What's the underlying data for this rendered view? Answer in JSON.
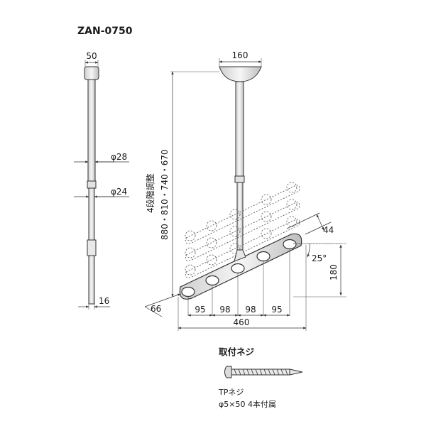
{
  "title": "ZAN-0750",
  "side_view": {
    "top_width": "50",
    "upper_diameter": "φ28",
    "lower_diameter": "φ24",
    "bottom_width": "16"
  },
  "front_view": {
    "base_width": "160",
    "height_options": "880・810・740・670",
    "adjust_note": "4段階調整",
    "arm_thickness": "44",
    "angle": "25°",
    "rise": "180",
    "end_offset": "66",
    "hole_spacing": [
      "95",
      "98",
      "98",
      "95"
    ],
    "total_width": "460"
  },
  "screws": {
    "heading": "取付ネジ",
    "type": "TPネジ",
    "spec": "φ5×50 4本付属"
  }
}
